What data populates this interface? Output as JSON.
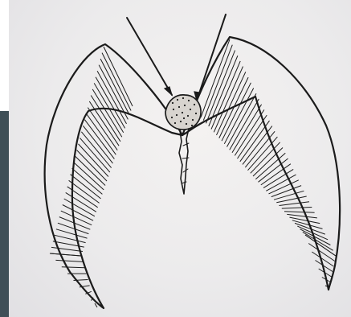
{
  "diagram": {
    "colors": {
      "background": "#ffffff",
      "paper": "#ecebec",
      "side_bar": "#3f4f57",
      "ink": "#1b1b1b",
      "stipple": "#d8d4cf"
    },
    "elements": {
      "left_wing": "hatched-wing",
      "right_wing": "hatched-wing",
      "arrows": 2,
      "central_mass": "stippled-lump",
      "stem": "fibrous-stem"
    }
  }
}
